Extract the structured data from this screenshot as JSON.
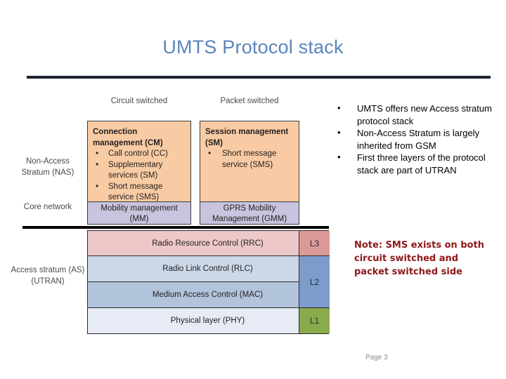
{
  "slide": {
    "title": "UMTS Protocol stack",
    "page_label": "Page 3",
    "title_color": "#5b85bd",
    "rule_color": "#1b2433"
  },
  "diagram": {
    "column_captions": {
      "circuit_switched": "Circuit switched",
      "packet_switched": "Packet switched"
    },
    "side_labels": {
      "nas": "Non-Access Stratum (NAS)",
      "core_network": "Core network",
      "access_stratum": "Access stratum (AS) (UTRAN)"
    },
    "nas": {
      "circuit_switched": {
        "heading": "Connection management (CM)",
        "items": [
          "Call control (CC)",
          "Supplementary services (SM)",
          "Short message service (SMS)"
        ],
        "mobility": "Mobility management (MM)",
        "color_top": "#f8cba4",
        "color_bottom": "#c9c4de"
      },
      "packet_switched": {
        "heading": "Session management (SM)",
        "items": [
          "Short message service (SMS)"
        ],
        "mobility": "GPRS Mobility Management (GMM)",
        "color_top": "#f8cba4",
        "color_bottom": "#c9c4de"
      }
    },
    "access_stratum_layers": [
      {
        "name": "Radio Resource Control (RRC)",
        "layer": "L3",
        "row_color": "#ecc8c8",
        "layer_color": "#dc9a96"
      },
      {
        "name": "Radio Link Control (RLC)",
        "layer": "L2",
        "row_color": "#cbd8e8",
        "layer_color": "#7d9ccb"
      },
      {
        "name": "Medium Access Control (MAC)",
        "layer": "",
        "row_color": "#b2c3dc",
        "layer_color": "#7d9ccb"
      },
      {
        "name": "Physical layer (PHY)",
        "layer": "L1",
        "row_color": "#e6ebf5",
        "layer_color": "#8aab4c"
      }
    ]
  },
  "bullets": [
    "UMTS offers new Access stratum protocol stack",
    "Non-Access Stratum is largely inherited from GSM",
    "First three layers of the protocol stack are part of UTRAN"
  ],
  "note": {
    "text": "Note: SMS exists on both circuit switched and packet switched side",
    "color": "#8e1919"
  }
}
